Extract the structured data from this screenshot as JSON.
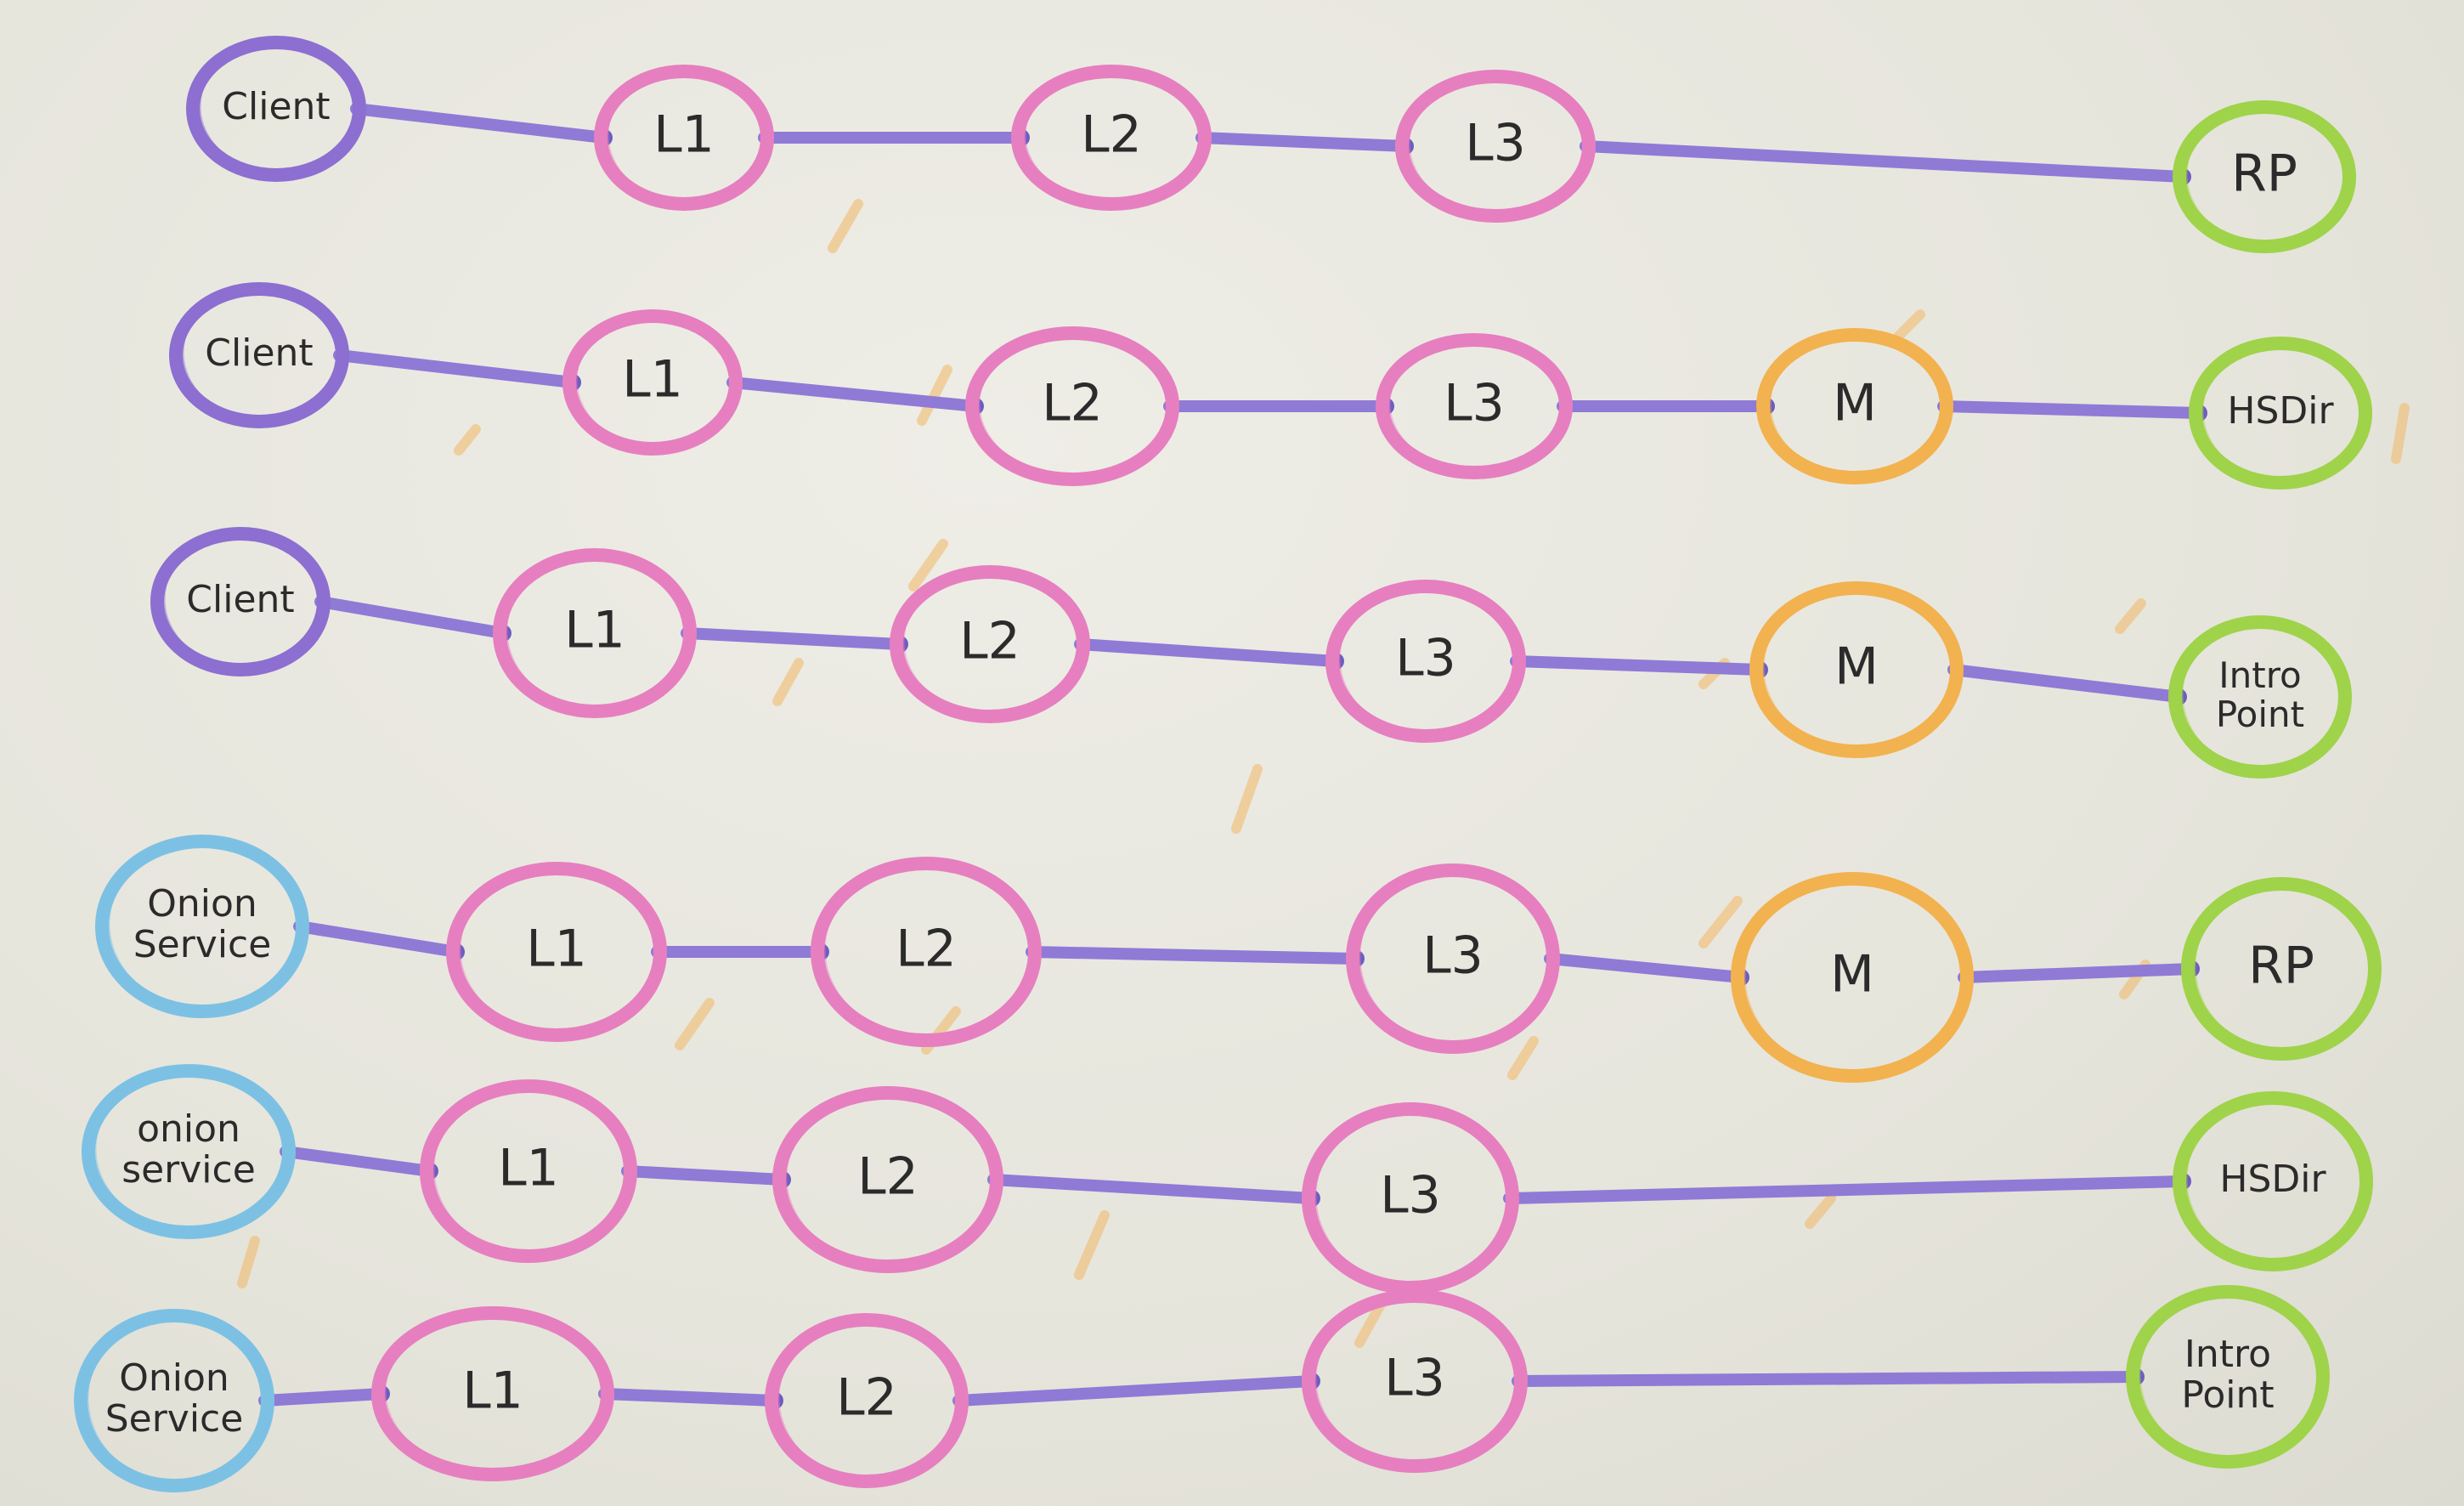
{
  "colors": {
    "client": "#8c6fd1",
    "onion_service": "#7cc1e4",
    "layer": "#e67fc0",
    "middle": "#f2b24f",
    "endpoint": "#9fd34a",
    "link": "#8f7ad6",
    "ink": "#2b2b2b",
    "stray_mark": "#f3b866"
  },
  "rows": [
    {
      "nodes": [
        {
          "label": "Client",
          "kind": "client"
        },
        {
          "label": "L1",
          "kind": "layer"
        },
        {
          "label": "L2",
          "kind": "layer"
        },
        {
          "label": "L3",
          "kind": "layer"
        },
        {
          "label": "RP",
          "kind": "endpoint"
        }
      ]
    },
    {
      "nodes": [
        {
          "label": "Client",
          "kind": "client"
        },
        {
          "label": "L1",
          "kind": "layer"
        },
        {
          "label": "L2",
          "kind": "layer"
        },
        {
          "label": "L3",
          "kind": "layer"
        },
        {
          "label": "M",
          "kind": "middle"
        },
        {
          "label": "HSDir",
          "kind": "endpoint"
        }
      ]
    },
    {
      "nodes": [
        {
          "label": "Client",
          "kind": "client"
        },
        {
          "label": "L1",
          "kind": "layer"
        },
        {
          "label": "L2",
          "kind": "layer"
        },
        {
          "label": "L3",
          "kind": "layer"
        },
        {
          "label": "M",
          "kind": "middle"
        },
        {
          "label": "Intro Point",
          "kind": "endpoint"
        }
      ]
    },
    {
      "nodes": [
        {
          "label": "Onion Service",
          "kind": "onion_service"
        },
        {
          "label": "L1",
          "kind": "layer"
        },
        {
          "label": "L2",
          "kind": "layer"
        },
        {
          "label": "L3",
          "kind": "layer"
        },
        {
          "label": "M",
          "kind": "middle"
        },
        {
          "label": "RP",
          "kind": "endpoint"
        }
      ]
    },
    {
      "nodes": [
        {
          "label": "onion service",
          "kind": "onion_service"
        },
        {
          "label": "L1",
          "kind": "layer"
        },
        {
          "label": "L2",
          "kind": "layer"
        },
        {
          "label": "L3",
          "kind": "layer"
        },
        {
          "label": "HSDir",
          "kind": "endpoint"
        }
      ]
    },
    {
      "nodes": [
        {
          "label": "Onion Service",
          "kind": "onion_service"
        },
        {
          "label": "L1",
          "kind": "layer"
        },
        {
          "label": "L2",
          "kind": "layer"
        },
        {
          "label": "L3",
          "kind": "layer"
        },
        {
          "label": "Intro Point",
          "kind": "endpoint"
        }
      ]
    }
  ]
}
